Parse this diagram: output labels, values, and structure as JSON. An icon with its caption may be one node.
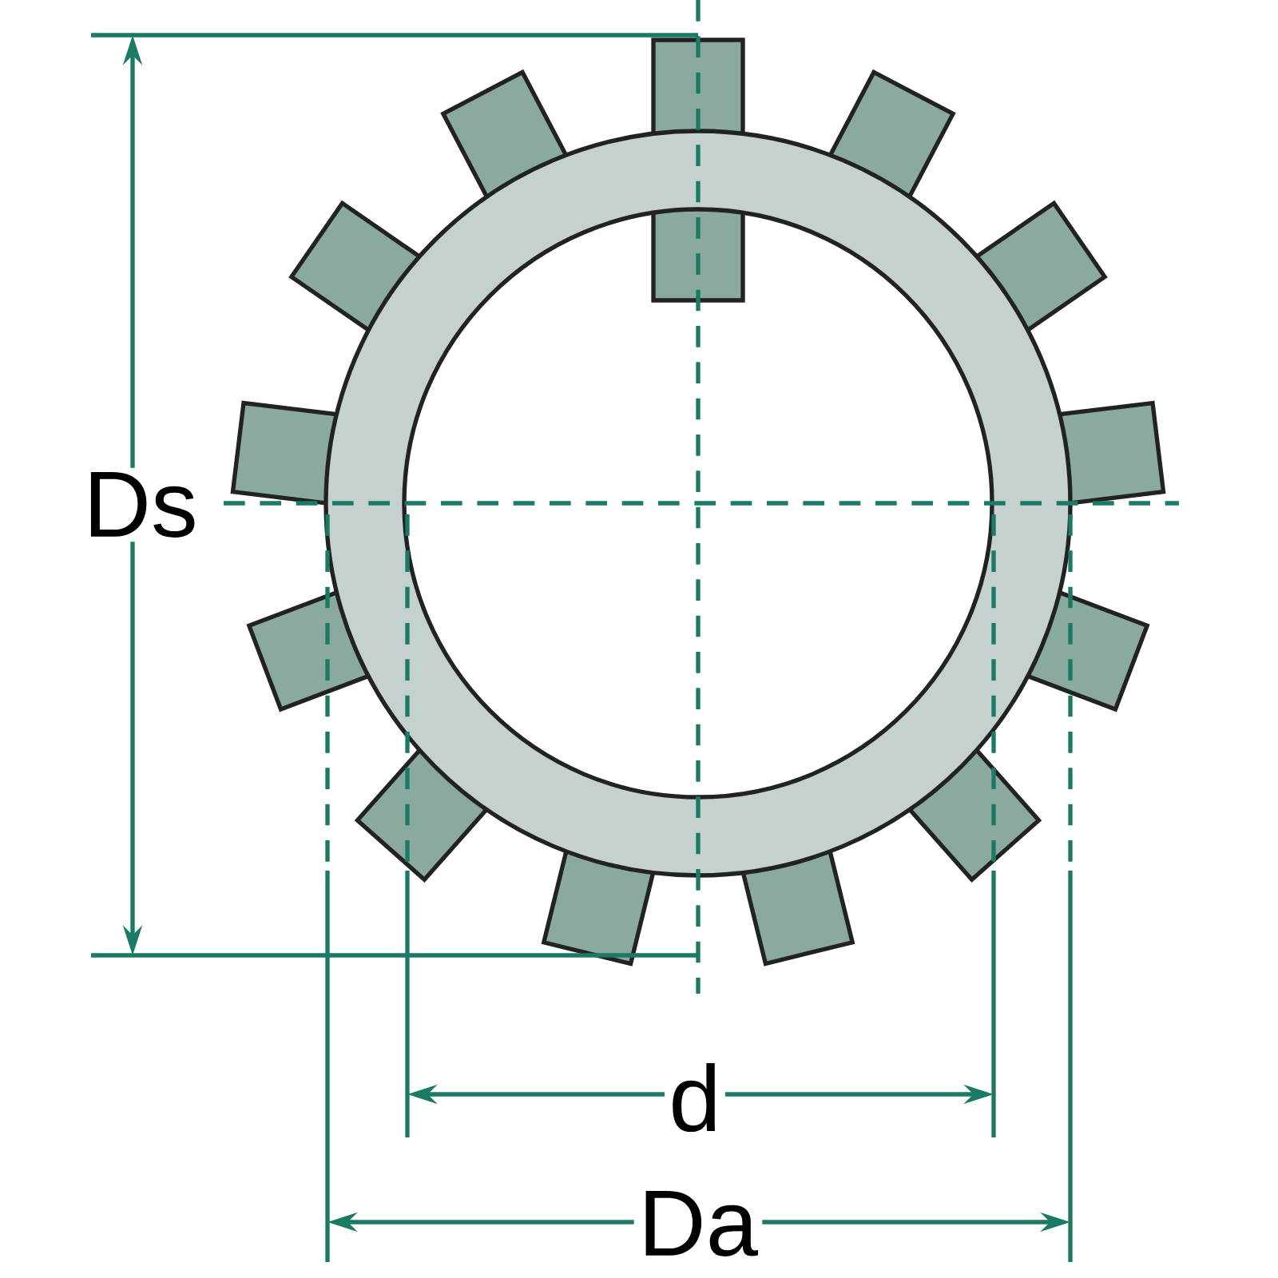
{
  "diagram": {
    "labels": [
      "Ds",
      "d",
      "Da"
    ]
  }
}
